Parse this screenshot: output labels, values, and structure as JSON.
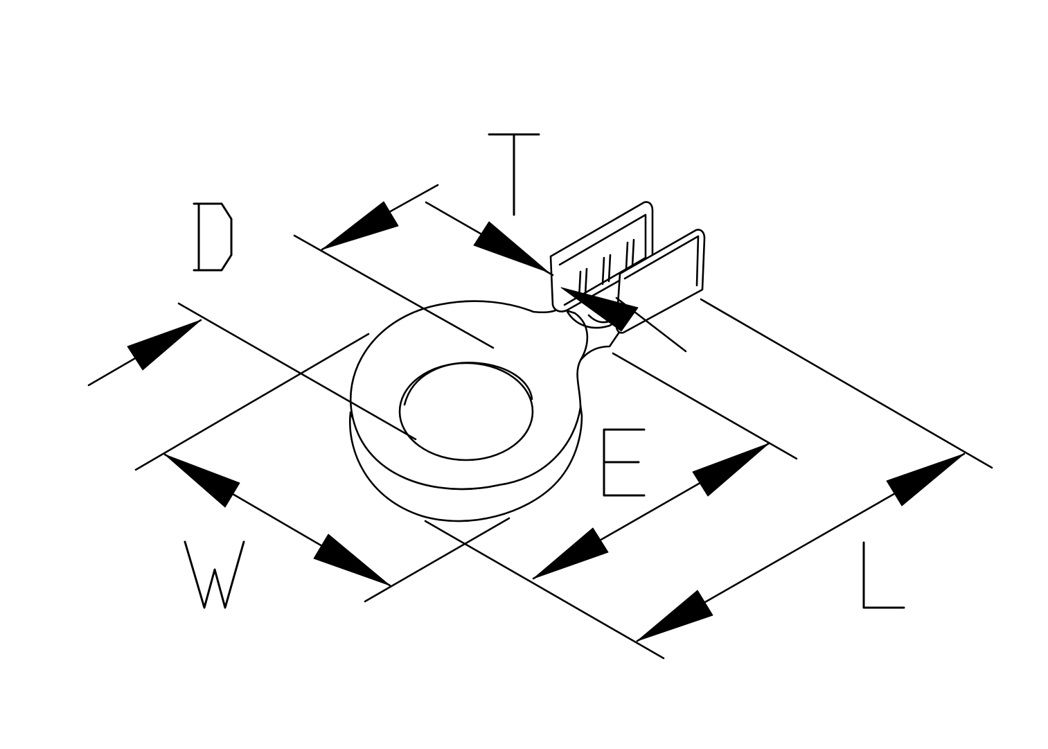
{
  "labels": {
    "t": "T",
    "d": "D",
    "e": "E",
    "w": "W",
    "l": "L"
  },
  "colors": {
    "line": "#000000",
    "background": "#ffffff"
  }
}
